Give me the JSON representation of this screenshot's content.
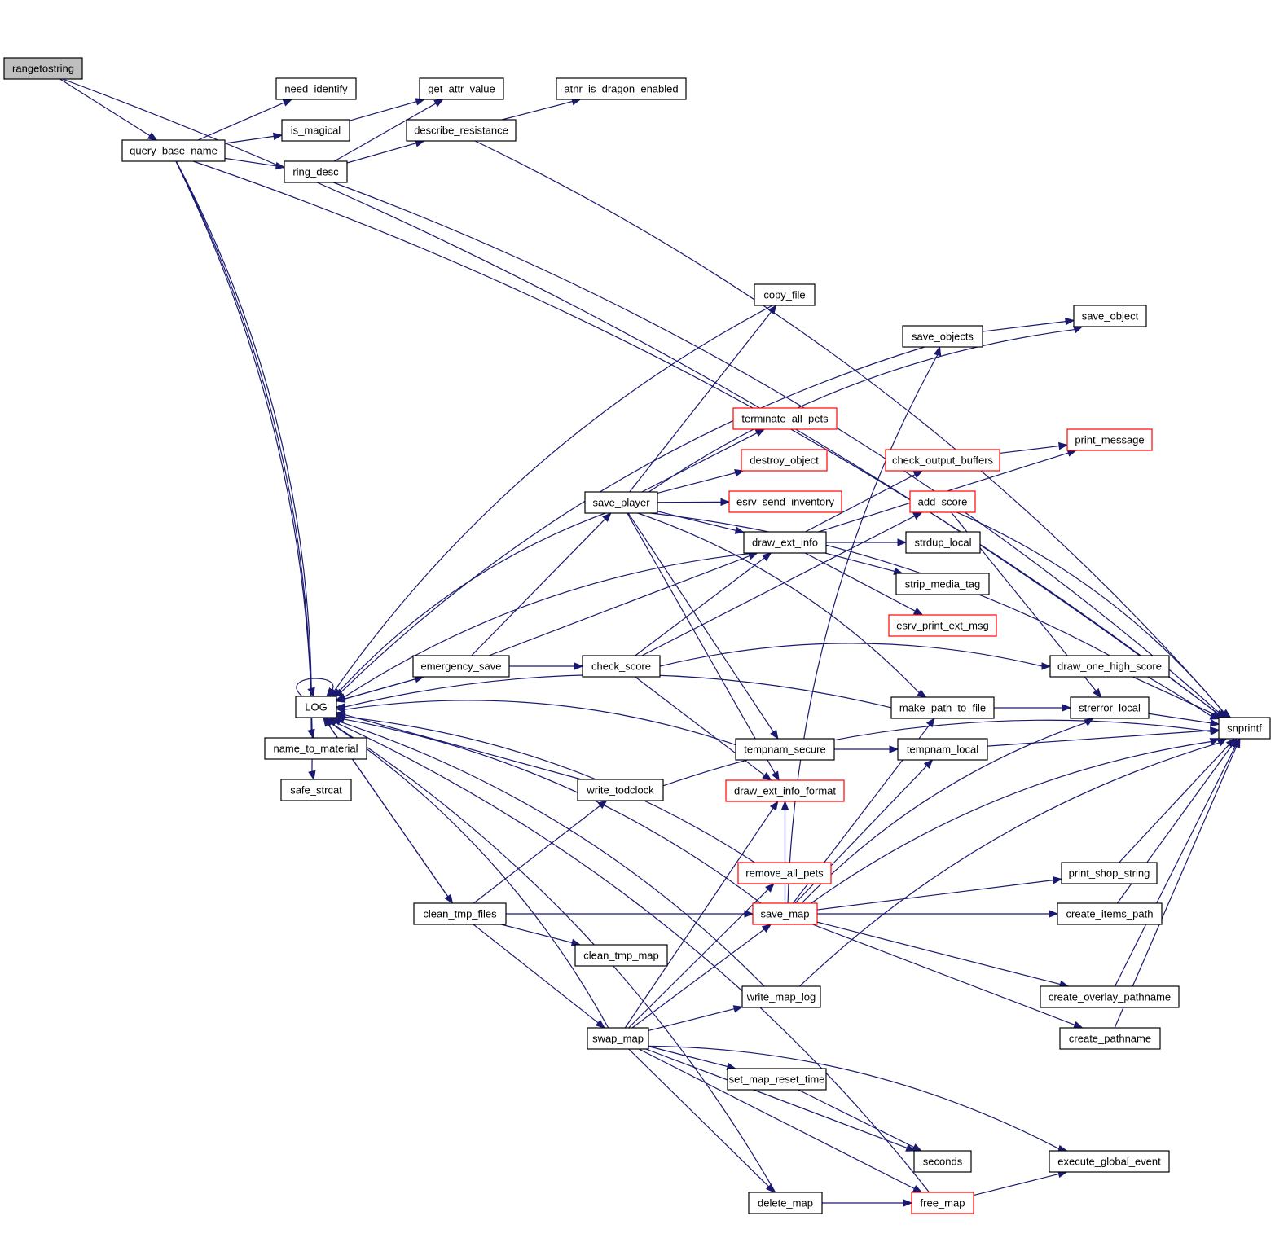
{
  "title": "Call graph for rangetostring",
  "colors": {
    "edge": "#191970",
    "root_fill": "#bfbfbf",
    "node_border": "#000000",
    "truncated_border": "#ff0000"
  },
  "nodes": [
    {
      "id": "rangetostring",
      "label": "rangetostring",
      "style": "root"
    },
    {
      "id": "query_base_name",
      "label": "query_base_name",
      "style": "normal"
    },
    {
      "id": "need_identify",
      "label": "need_identify",
      "style": "normal"
    },
    {
      "id": "is_magical",
      "label": "is_magical",
      "style": "normal"
    },
    {
      "id": "ring_desc",
      "label": "ring_desc",
      "style": "normal"
    },
    {
      "id": "get_attr_value",
      "label": "get_attr_value",
      "style": "normal"
    },
    {
      "id": "describe_resistance",
      "label": "describe_resistance",
      "style": "normal"
    },
    {
      "id": "atnr_is_dragon_enabled",
      "label": "atnr_is_dragon_enabled",
      "style": "normal"
    },
    {
      "id": "snprintf",
      "label": "snprintf",
      "style": "normal"
    },
    {
      "id": "LOG",
      "label": "LOG",
      "style": "normal"
    },
    {
      "id": "name_to_material",
      "label": "name_to_material",
      "style": "normal"
    },
    {
      "id": "safe_strcat",
      "label": "safe_strcat",
      "style": "normal"
    },
    {
      "id": "copy_file",
      "label": "copy_file",
      "style": "normal"
    },
    {
      "id": "save_objects",
      "label": "save_objects",
      "style": "normal"
    },
    {
      "id": "save_object",
      "label": "save_object",
      "style": "normal"
    },
    {
      "id": "terminate_all_pets",
      "label": "terminate_all_pets",
      "style": "truncated"
    },
    {
      "id": "destroy_object",
      "label": "destroy_object",
      "style": "truncated"
    },
    {
      "id": "esrv_send_inventory",
      "label": "esrv_send_inventory",
      "style": "truncated"
    },
    {
      "id": "save_player",
      "label": "save_player",
      "style": "normal"
    },
    {
      "id": "print_message",
      "label": "print_message",
      "style": "truncated"
    },
    {
      "id": "check_output_buffers",
      "label": "check_output_buffers",
      "style": "truncated"
    },
    {
      "id": "add_score",
      "label": "add_score",
      "style": "truncated"
    },
    {
      "id": "draw_ext_info",
      "label": "draw_ext_info",
      "style": "normal"
    },
    {
      "id": "strdup_local",
      "label": "strdup_local",
      "style": "normal"
    },
    {
      "id": "strip_media_tag",
      "label": "strip_media_tag",
      "style": "normal"
    },
    {
      "id": "esrv_print_ext_msg",
      "label": "esrv_print_ext_msg",
      "style": "truncated"
    },
    {
      "id": "emergency_save",
      "label": "emergency_save",
      "style": "normal"
    },
    {
      "id": "check_score",
      "label": "check_score",
      "style": "normal"
    },
    {
      "id": "draw_one_high_score",
      "label": "draw_one_high_score",
      "style": "normal"
    },
    {
      "id": "make_path_to_file",
      "label": "make_path_to_file",
      "style": "normal"
    },
    {
      "id": "strerror_local",
      "label": "strerror_local",
      "style": "normal"
    },
    {
      "id": "tempnam_secure",
      "label": "tempnam_secure",
      "style": "normal"
    },
    {
      "id": "tempnam_local",
      "label": "tempnam_local",
      "style": "normal"
    },
    {
      "id": "write_todclock",
      "label": "write_todclock",
      "style": "normal"
    },
    {
      "id": "draw_ext_info_format",
      "label": "draw_ext_info_format",
      "style": "truncated"
    },
    {
      "id": "remove_all_pets",
      "label": "remove_all_pets",
      "style": "truncated"
    },
    {
      "id": "print_shop_string",
      "label": "print_shop_string",
      "style": "normal"
    },
    {
      "id": "clean_tmp_files",
      "label": "clean_tmp_files",
      "style": "normal"
    },
    {
      "id": "save_map",
      "label": "save_map",
      "style": "truncated"
    },
    {
      "id": "create_items_path",
      "label": "create_items_path",
      "style": "normal"
    },
    {
      "id": "clean_tmp_map",
      "label": "clean_tmp_map",
      "style": "normal"
    },
    {
      "id": "write_map_log",
      "label": "write_map_log",
      "style": "normal"
    },
    {
      "id": "create_overlay_pathname",
      "label": "create_overlay_pathname",
      "style": "normal"
    },
    {
      "id": "swap_map",
      "label": "swap_map",
      "style": "normal"
    },
    {
      "id": "create_pathname",
      "label": "create_pathname",
      "style": "normal"
    },
    {
      "id": "set_map_reset_time",
      "label": "set_map_reset_time",
      "style": "normal"
    },
    {
      "id": "seconds",
      "label": "seconds",
      "style": "normal"
    },
    {
      "id": "execute_global_event",
      "label": "execute_global_event",
      "style": "normal"
    },
    {
      "id": "delete_map",
      "label": "delete_map",
      "style": "normal"
    },
    {
      "id": "free_map",
      "label": "free_map",
      "style": "truncated"
    }
  ],
  "edges": [
    [
      "rangetostring",
      "query_base_name"
    ],
    [
      "rangetostring",
      "snprintf"
    ],
    [
      "query_base_name",
      "need_identify"
    ],
    [
      "query_base_name",
      "is_magical"
    ],
    [
      "query_base_name",
      "ring_desc"
    ],
    [
      "query_base_name",
      "snprintf"
    ],
    [
      "query_base_name",
      "LOG"
    ],
    [
      "query_base_name",
      "name_to_material"
    ],
    [
      "query_base_name",
      "safe_strcat"
    ],
    [
      "is_magical",
      "get_attr_value"
    ],
    [
      "ring_desc",
      "get_attr_value"
    ],
    [
      "ring_desc",
      "describe_resistance"
    ],
    [
      "ring_desc",
      "snprintf"
    ],
    [
      "describe_resistance",
      "atnr_is_dragon_enabled"
    ],
    [
      "describe_resistance",
      "snprintf"
    ],
    [
      "LOG",
      "LOG"
    ],
    [
      "LOG",
      "emergency_save"
    ],
    [
      "LOG",
      "clean_tmp_files"
    ],
    [
      "emergency_save",
      "LOG"
    ],
    [
      "emergency_save",
      "save_player"
    ],
    [
      "emergency_save",
      "draw_ext_info"
    ],
    [
      "emergency_save",
      "check_score"
    ],
    [
      "save_player",
      "LOG"
    ],
    [
      "save_player",
      "copy_file"
    ],
    [
      "save_player",
      "save_object"
    ],
    [
      "save_player",
      "snprintf"
    ],
    [
      "save_player",
      "terminate_all_pets"
    ],
    [
      "save_player",
      "destroy_object"
    ],
    [
      "save_player",
      "esrv_send_inventory"
    ],
    [
      "save_player",
      "draw_ext_info"
    ],
    [
      "save_player",
      "make_path_to_file"
    ],
    [
      "save_player",
      "tempnam_secure"
    ],
    [
      "save_player",
      "draw_ext_info_format"
    ],
    [
      "copy_file",
      "LOG"
    ],
    [
      "save_objects",
      "LOG"
    ],
    [
      "save_objects",
      "save_object"
    ],
    [
      "draw_ext_info",
      "LOG"
    ],
    [
      "draw_ext_info",
      "print_message"
    ],
    [
      "draw_ext_info",
      "check_output_buffers"
    ],
    [
      "draw_ext_info",
      "strdup_local"
    ],
    [
      "draw_ext_info",
      "strip_media_tag"
    ],
    [
      "draw_ext_info",
      "esrv_print_ext_msg"
    ],
    [
      "check_output_buffers",
      "print_message"
    ],
    [
      "add_score",
      "strerror_local"
    ],
    [
      "add_score",
      "snprintf"
    ],
    [
      "check_score",
      "draw_ext_info"
    ],
    [
      "check_score",
      "add_score"
    ],
    [
      "check_score",
      "draw_one_high_score"
    ],
    [
      "check_score",
      "draw_ext_info_format"
    ],
    [
      "draw_one_high_score",
      "snprintf"
    ],
    [
      "make_path_to_file",
      "LOG"
    ],
    [
      "make_path_to_file",
      "strerror_local"
    ],
    [
      "strerror_local",
      "snprintf"
    ],
    [
      "tempnam_secure",
      "LOG"
    ],
    [
      "tempnam_secure",
      "tempnam_local"
    ],
    [
      "tempnam_local",
      "snprintf"
    ],
    [
      "write_todclock",
      "LOG"
    ],
    [
      "write_todclock",
      "snprintf"
    ],
    [
      "remove_all_pets",
      "LOG"
    ],
    [
      "clean_tmp_files",
      "LOG"
    ],
    [
      "clean_tmp_files",
      "write_todclock"
    ],
    [
      "clean_tmp_files",
      "save_map"
    ],
    [
      "clean_tmp_files",
      "clean_tmp_map"
    ],
    [
      "clean_tmp_files",
      "swap_map"
    ],
    [
      "save_map",
      "LOG"
    ],
    [
      "save_map",
      "save_objects"
    ],
    [
      "save_map",
      "make_path_to_file"
    ],
    [
      "save_map",
      "tempnam_local"
    ],
    [
      "save_map",
      "strerror_local"
    ],
    [
      "save_map",
      "print_shop_string"
    ],
    [
      "save_map",
      "create_items_path"
    ],
    [
      "save_map",
      "snprintf"
    ],
    [
      "save_map",
      "create_overlay_pathname"
    ],
    [
      "save_map",
      "create_pathname"
    ],
    [
      "save_map",
      "draw_ext_info_format"
    ],
    [
      "print_shop_string",
      "snprintf"
    ],
    [
      "create_items_path",
      "snprintf"
    ],
    [
      "create_overlay_pathname",
      "snprintf"
    ],
    [
      "create_pathname",
      "snprintf"
    ],
    [
      "write_map_log",
      "LOG"
    ],
    [
      "write_map_log",
      "snprintf"
    ],
    [
      "swap_map",
      "LOG"
    ],
    [
      "swap_map",
      "save_map"
    ],
    [
      "swap_map",
      "remove_all_pets"
    ],
    [
      "swap_map",
      "draw_ext_info_format"
    ],
    [
      "swap_map",
      "write_map_log"
    ],
    [
      "swap_map",
      "set_map_reset_time"
    ],
    [
      "swap_map",
      "seconds"
    ],
    [
      "swap_map",
      "execute_global_event"
    ],
    [
      "swap_map",
      "delete_map"
    ],
    [
      "swap_map",
      "free_map"
    ],
    [
      "set_map_reset_time",
      "seconds"
    ],
    [
      "delete_map",
      "LOG"
    ],
    [
      "delete_map",
      "free_map"
    ],
    [
      "free_map",
      "LOG"
    ],
    [
      "free_map",
      "execute_global_event"
    ]
  ]
}
